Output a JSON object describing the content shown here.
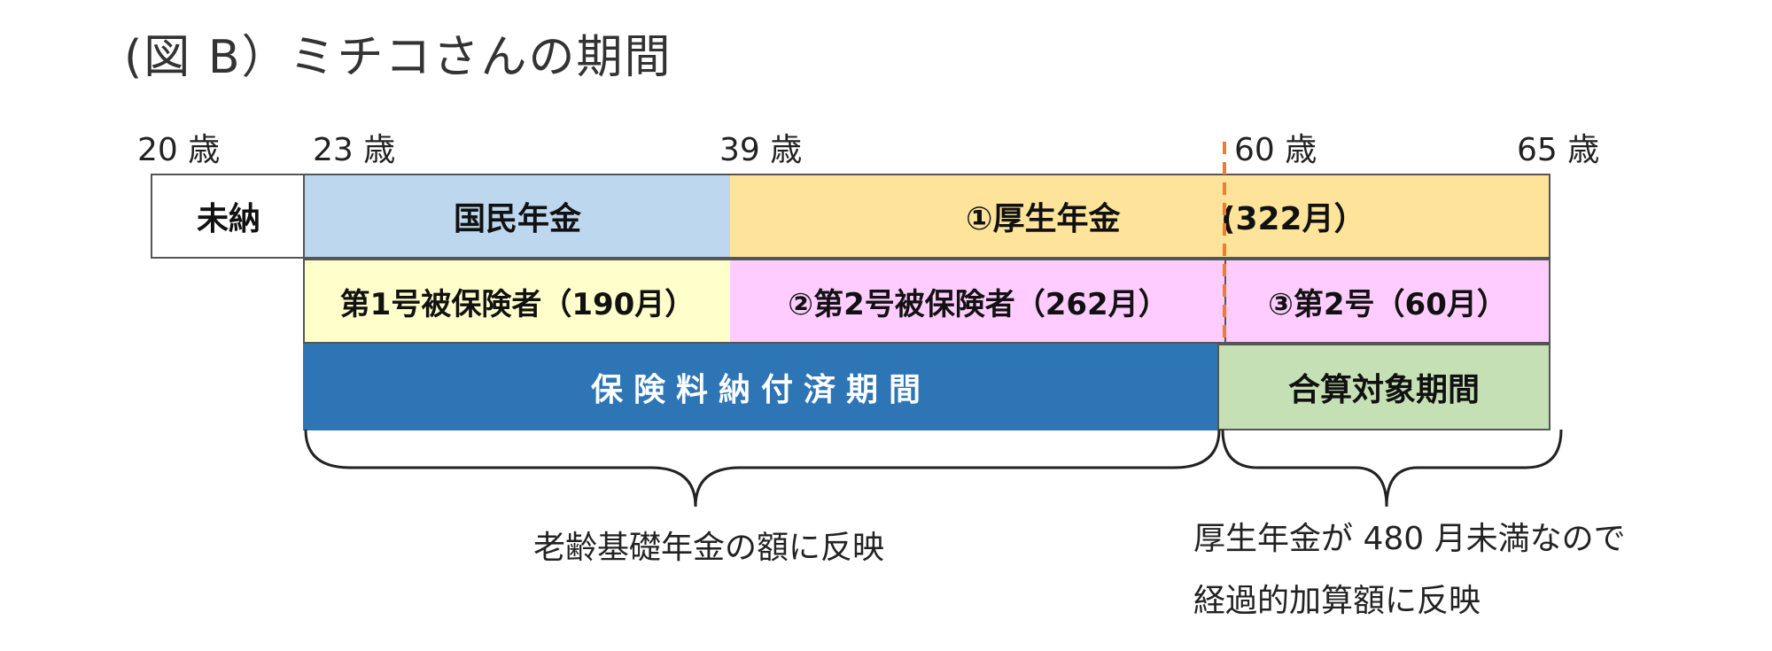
{
  "title": "(図 B）ミチコさんの期間",
  "ages": [
    "20 歳",
    "23 歳",
    "39 歳",
    "60 歳",
    "65 歳"
  ],
  "row1": {
    "mino": "未納",
    "kokumin": "国民年金",
    "kousei_name": "①厚生年金",
    "kousei_months": "(322月）"
  },
  "row2": {
    "g1": "第1号被保険者（190月）",
    "g2": "②第2号被保険者（262月）",
    "g3": "③第2号（60月）"
  },
  "row3": {
    "paid": "保険料納付済期間",
    "gassan": "合算対象期間"
  },
  "notes": {
    "left": "老齢基礎年金の額に反映",
    "right_line1": "厚生年金が 480 月未満なので",
    "right_line2": "経過的加算額に反映"
  },
  "colors": {
    "kokumin": "#bdd7ee",
    "kousei": "#fde49a",
    "g1": "#ffffcc",
    "g2": "#ffccff",
    "paid": "#2e75b6",
    "gassan": "#c5e0b4",
    "dashed_line": "#ed7d31"
  }
}
